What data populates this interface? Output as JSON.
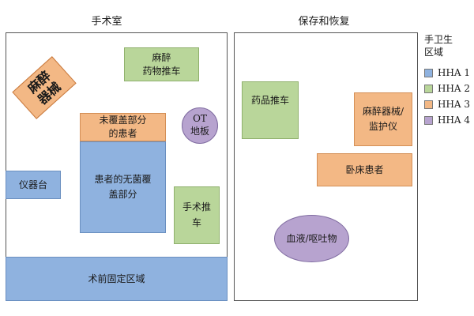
{
  "titles": {
    "operating_room": "手术室",
    "recovery": "保存和恢复"
  },
  "zones": {
    "anesthesia_equipment_rotated": "麻醉\n器械",
    "anesthesia_drug_cart": "麻醉\n药物推车",
    "uncovered_patient_part": "未覆盖部分\n的患者",
    "ot_floor": "OT\n地板",
    "instrument_table": "仪器台",
    "sterile_covered_part": "患者的无菌覆\n盖部分",
    "surgical_cart": "手术推\n车",
    "preop_fixed_area": "术前固定区域",
    "drug_cart": "药品推车",
    "anesthesia_monitor": "麻醉器械/\n监护仪",
    "bed_patient": "卧床患者",
    "blood_vomit": "血液/呕吐物"
  },
  "legend": {
    "title": "手卫生\n区域",
    "items": [
      {
        "label": "HHA 1",
        "color": "#8fb2df"
      },
      {
        "label": "HHA 2",
        "color": "#b9d69a"
      },
      {
        "label": "HHA 3",
        "color": "#f3b885"
      },
      {
        "label": "HHA 4",
        "color": "#b7a3cf"
      }
    ]
  }
}
